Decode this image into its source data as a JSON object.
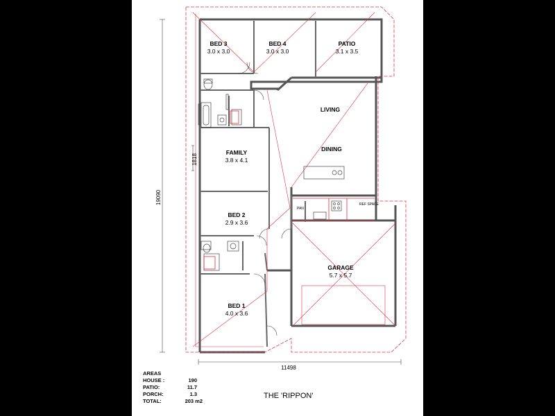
{
  "rooms": {
    "bed3": {
      "name": "BED 3",
      "dims": "3.0 x 3.0"
    },
    "bed4": {
      "name": "BED 4",
      "dims": "3.0 x 3.0"
    },
    "patio": {
      "name": "PATIO",
      "dims": "3.1 x 3.5"
    },
    "living": {
      "name": "LIVING"
    },
    "dining": {
      "name": "DINING"
    },
    "family": {
      "name": "FAMILY",
      "dims": "3.8 x 4.1"
    },
    "bed2": {
      "name": "BED 2",
      "dims": "2.9 x 3.6"
    },
    "garage": {
      "name": "GARAGE",
      "dims": "5.7 x 5.7"
    },
    "bed1": {
      "name": "BED 1",
      "dims": "4.0 x 3.6"
    },
    "pan": {
      "name": "PAN"
    },
    "ref": {
      "name": "REF SPACE"
    }
  },
  "dimensions": {
    "overall_depth": "19090",
    "overall_width": "11498",
    "family_wall": "1818"
  },
  "areas": {
    "heading": "AREAS",
    "rows": [
      {
        "label": "HOUSE :",
        "value": "190"
      },
      {
        "label": "PATIO:",
        "value": "11.7"
      },
      {
        "label": "PORCH:",
        "value": "1.3"
      },
      {
        "label": "TOTAL:",
        "value": "203 m2"
      }
    ]
  },
  "title": "THE 'RIPPON'",
  "colors": {
    "wall": "#555555",
    "roof": "#e03040",
    "background": "#000000",
    "sheet": "#ffffff"
  }
}
